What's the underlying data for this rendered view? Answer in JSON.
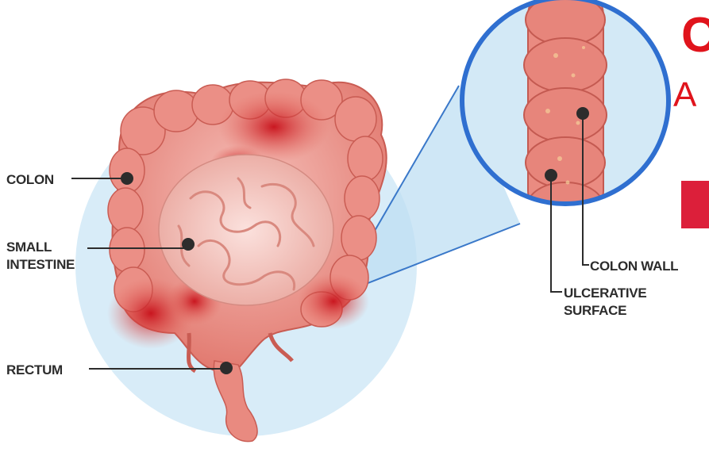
{
  "labels": {
    "colon": "COLON",
    "small_intestine_1": "SMALL",
    "small_intestine_2": "INTESTINE",
    "rectum": "RECTUM",
    "colon_wall": "COLON WALL",
    "ulcerative_1": "ULCERATIVE",
    "ulcerative_2": "SURFACE"
  },
  "heading": {
    "title_fragment": "C",
    "subtitle_fragment": "A"
  },
  "colors": {
    "accent": "#e0141c",
    "circle_border": "#2f6fd0",
    "backdrop": "#d6eaf8",
    "tissue": "#e9897f",
    "inflamed": "#d11a1f",
    "label_text": "#2c2c2c"
  }
}
